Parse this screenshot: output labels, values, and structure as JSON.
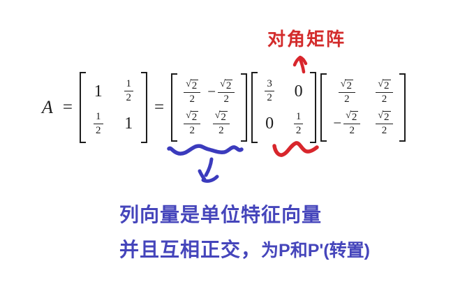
{
  "annotations": {
    "diagonal_label": "对角矩阵",
    "note_line1": "列向量是单位特征向量",
    "note_line2_part1": "并且互相正交，",
    "note_line2_part2": "为P和P'(转置)"
  },
  "equation": {
    "lhs": "A",
    "equals1": "=",
    "equals2": "=",
    "matrices": [
      {
        "name": "A",
        "rows": [
          [
            "1",
            "1/2"
          ],
          [
            "1/2",
            "1"
          ]
        ]
      },
      {
        "name": "P",
        "rows": [
          [
            "√2/2",
            "-√2/2"
          ],
          [
            "√2/2",
            "√2/2"
          ]
        ]
      },
      {
        "name": "D-diagonal",
        "rows": [
          [
            "3/2",
            "0"
          ],
          [
            "0",
            "1/2"
          ]
        ]
      },
      {
        "name": "P-transpose",
        "rows": [
          [
            "√2/2",
            "√2/2"
          ],
          [
            "-√2/2",
            "√2/2"
          ]
        ]
      }
    ]
  },
  "colors": {
    "background": "#ffffff",
    "red_text": "#d32c2c",
    "red_ink": "#d8262c",
    "blue_text": "#4545bb",
    "blue_ink": "#3b3bbd",
    "math": "#1d1d1d"
  }
}
